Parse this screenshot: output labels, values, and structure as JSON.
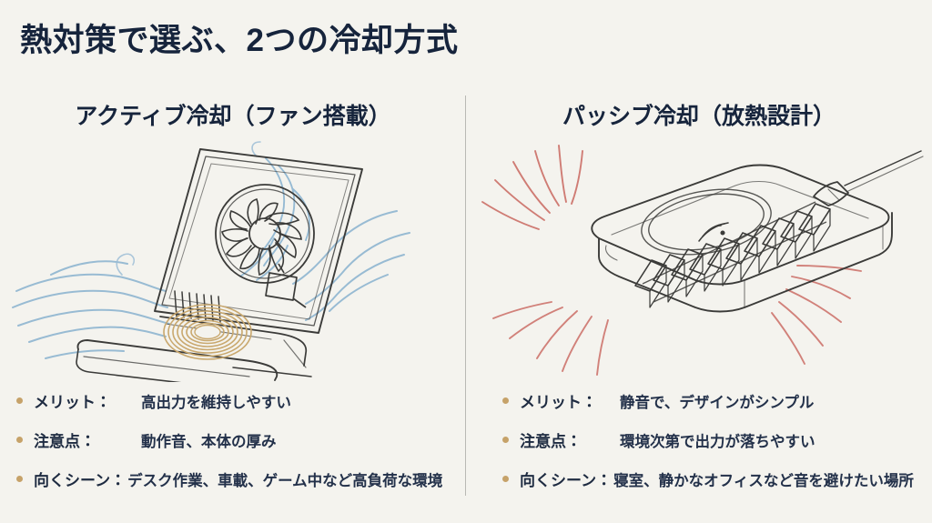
{
  "slide": {
    "title": "熱対策で選ぶ、2つの冷却方式",
    "background_color": "#f4f3ee",
    "title_color": "#16243c",
    "bullet_dot_color": "#c6a269",
    "divider_color": "#b9b9b4"
  },
  "columns": [
    {
      "heading": "アクティブ冷却（ファン搭載）",
      "illustration": {
        "name": "phone-stand-with-fan-illustration",
        "description": "折りたたみ式ワイヤレス充電スタンドに冷却ファンと送風の流れ",
        "accent_color": "#7ba7c7",
        "coil_color": "#c9a86e",
        "line_color": "#3a3a38"
      },
      "bullets": [
        {
          "label": "メリット：",
          "value": "高出力を維持しやすい",
          "layout": "pair"
        },
        {
          "label": "注意点：",
          "value": "動作音、本体の厚み",
          "layout": "pair"
        },
        {
          "label": "向くシーン：",
          "value": "デスク作業、車載、ゲーム中など高負荷な環境",
          "layout": "wide"
        }
      ]
    },
    {
      "heading": "パッシブ冷却（放熱設計）",
      "illustration": {
        "name": "charging-pad-with-heatsink-illustration",
        "description": "ヒートシンクフィン付き平板型ワイヤレス充電パッドと放熱の輻射線",
        "accent_color": "#c8625a",
        "coil_color": "#c9a86e",
        "line_color": "#3a3a38"
      },
      "bullets": [
        {
          "label": "メリット：",
          "value": "静音で、デザインがシンプル",
          "layout": "pair"
        },
        {
          "label": "注意点：",
          "value": "環境次第で出力が落ちやすい",
          "layout": "pair"
        },
        {
          "label": "向くシーン：",
          "value": "寝室、静かなオフィスなど音を避けたい場所",
          "layout": "wide"
        }
      ]
    }
  ]
}
